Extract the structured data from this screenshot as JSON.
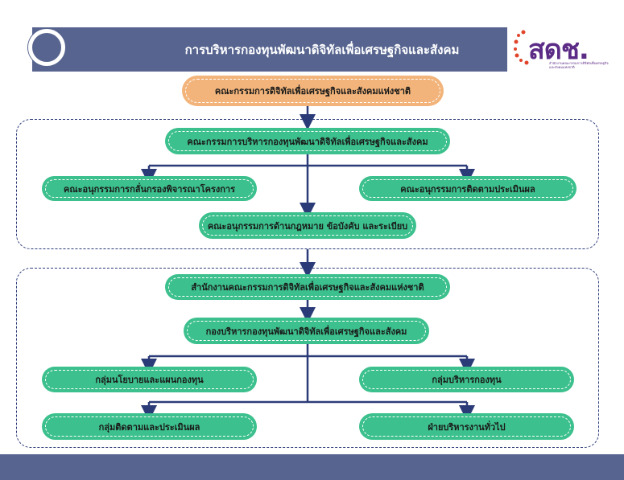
{
  "header": {
    "title": "การบริหารกองทุนพัฒนาดิจิทัลเพื่อเศรษฐกิจและสังคม"
  },
  "logo": {
    "text": "สดช.",
    "subtitle": "สำนักงานคณะกรรมการดิจิทัลเพื่อเศรษฐกิจและสังคมแห่งชาติ"
  },
  "top_node": {
    "label": "คณะกรรมการดิจิทัลเพื่อเศรษฐกิจและสังคมแห่งชาติ"
  },
  "group1": {
    "main": "คณะกรรมการบริหารกองทุนพัฒนาดิจิทัลเพื่อเศรษฐกิจและสังคม",
    "left": "คณะอนุกรรมการกลั่นกรองพิจารณาโครงการ",
    "right": "คณะอนุกรรมการติดตามประเมินผล",
    "bottom": "คณะอนุกรรมการด้านกฎหมาย ข้อบังคับ และระเบียบ"
  },
  "group2": {
    "main": "สำนักงานคณะกรรมการดิจิทัลเพื่อเศรษฐกิจและสังคมแห่งชาติ",
    "sub": "กองบริหารกองทุนพัฒนาดิจิทัลเพื่อเศรษฐกิจและสังคม",
    "left1": "กลุ่มนโยบายและแผนกองทุน",
    "right1": "กลุ่มบริหารกองทุน",
    "left2": "กลุ่มติดตามและประเมินผล",
    "right2": "ฝ่ายบริหารงานทั่วไป"
  },
  "colors": {
    "header": "#56648f",
    "node_green": "#3cc08d",
    "node_orange": "#f2b47a",
    "connector": "#2b3b78"
  }
}
